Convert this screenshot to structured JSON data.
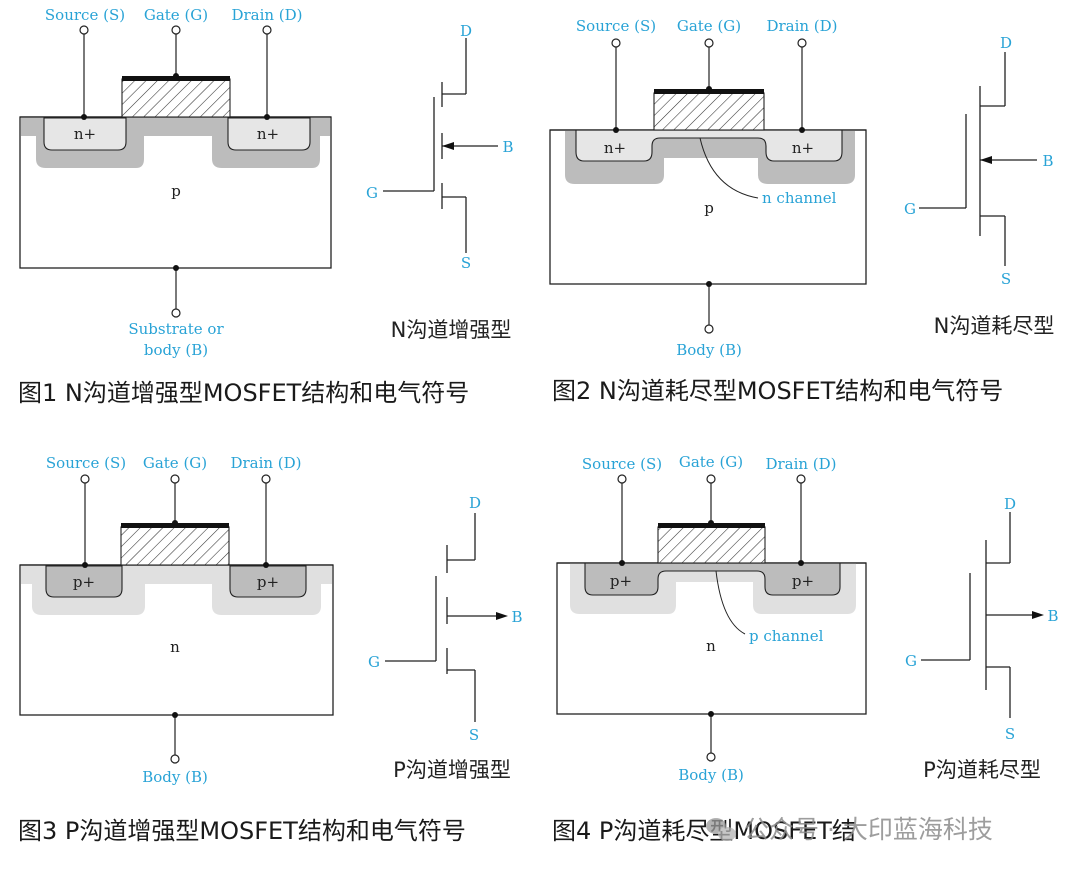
{
  "colors": {
    "label": "#29a3d6",
    "line": "#222222",
    "dark_region": "#bcbcbc",
    "light_region": "#dedede",
    "light_channel": "#e4e4e4",
    "watermark": "#8c8c8c"
  },
  "terminals": {
    "source": "Source (S)",
    "gate": "Gate (G)",
    "drain": "Drain (D)",
    "substrate_line1": "Substrate or",
    "substrate_line2": "body (B)",
    "body": "Body (B)"
  },
  "symbol_letters": {
    "d": "D",
    "g": "G",
    "s": "S",
    "b": "B"
  },
  "doping": {
    "n_plus": "n+",
    "p_plus": "p+",
    "p": "p",
    "n": "n"
  },
  "channels": {
    "n": "n channel",
    "p": "p channel"
  },
  "fig1": {
    "sub": "N沟道增强型",
    "caption": "图1 N沟道增强型MOSFET结构和电气符号"
  },
  "fig2": {
    "sub": "N沟道耗尽型",
    "caption": "图2 N沟道耗尽型MOSFET结构和电气符号"
  },
  "fig3": {
    "sub": "P沟道增强型",
    "caption": "图3 P沟道增强型MOSFET结构和电气符号"
  },
  "fig4": {
    "sub": "P沟道耗尽型",
    "caption": "图4 P沟道耗尽型MOSFET结"
  },
  "watermark": "公众号 · 大印蓝海科技",
  "watermark_icon": "wechat-icon"
}
